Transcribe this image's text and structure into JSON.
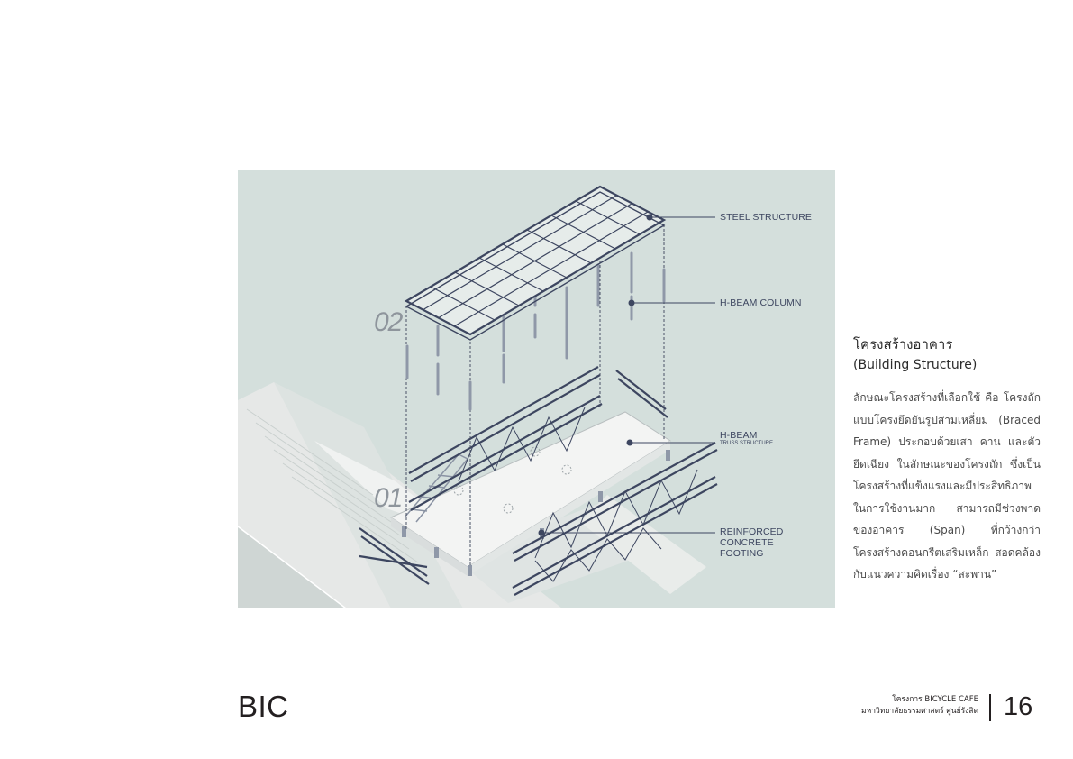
{
  "diagram": {
    "labels": {
      "steel_structure": "STEEL STRUCTURE",
      "h_beam_column": "H-BEAM COLUMN",
      "h_beam": "H-BEAM",
      "truss_structure": "TRUSS STRUCTURE",
      "footing_line1": "REINFORCED CONCRETE",
      "footing_line2": "FOOTING"
    },
    "levels": {
      "upper": "02",
      "lower": "01"
    },
    "colors": {
      "background": "#d4dfdc",
      "steel": "#3d4660",
      "concrete": "#f2f3f2",
      "ground": "#e6e8e7"
    }
  },
  "side": {
    "title": "โครงสร้างอาคาร",
    "subtitle": "(Building Structure)",
    "body": "ลักษณะโครงสร้างที่เลือกใช้ คือ โครงถักแบบโครงยึดยันรูปสามเหลี่ยม (Braced Frame) ประกอบด้วยเสา คาน และตัวยึดเฉียง ในลักษณะของโครงถัก ซึ่งเป็นโครงสร้างที่แข็งแรงและมีประสิทธิภาพในการใช้งานมาก สามารถมีช่วงพาดของอาคาร (Span) ที่กว้างกว่าโครงสร้างคอนกรีตเสริมเหล็ก สอดคล้องกับแนวความคิดเรื่อง “สะพาน”"
  },
  "footer": {
    "brand": "BIC",
    "project_line1": "โครงการ BICYCLE CAFE",
    "project_line2": "มหาวิทยาลัยธรรมศาสตร์ ศูนย์รังสิต",
    "page_number": "16"
  }
}
